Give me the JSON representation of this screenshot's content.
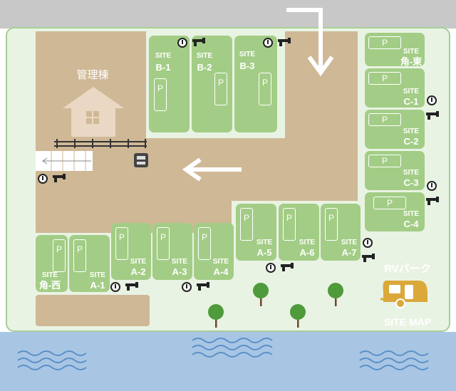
{
  "map": {
    "building_label": "管理棟",
    "sites": {
      "b1": {
        "label1": "SITE",
        "label2": "B-1",
        "p": "P"
      },
      "b2": {
        "label1": "SITE",
        "label2": "B-2",
        "p": "P"
      },
      "b3": {
        "label1": "SITE",
        "label2": "B-3",
        "p": "P"
      },
      "kado_higashi": {
        "label1": "SITE",
        "label2": "角-東",
        "p": "P"
      },
      "c1": {
        "label1": "SITE",
        "label2": "C-1",
        "p": "P"
      },
      "c2": {
        "label1": "SITE",
        "label2": "C-2",
        "p": "P"
      },
      "c3": {
        "label1": "SITE",
        "label2": "C-3",
        "p": "P"
      },
      "c4": {
        "label1": "SITE",
        "label2": "C-4",
        "p": "P"
      },
      "a5": {
        "label1": "SITE",
        "label2": "A-5",
        "p": "P"
      },
      "a6": {
        "label1": "SITE",
        "label2": "A-6",
        "p": "P"
      },
      "a7": {
        "label1": "SITE",
        "label2": "A-7",
        "p": "P"
      },
      "kado_nishi": {
        "label1": "SITE",
        "label2": "角-西",
        "p": "P"
      },
      "a1": {
        "label1": "SITE",
        "label2": "A-1",
        "p": "P"
      },
      "a2": {
        "label1": "SITE",
        "label2": "A-2",
        "p": "P"
      },
      "a3": {
        "label1": "SITE",
        "label2": "A-3",
        "p": "P"
      },
      "a4": {
        "label1": "SITE",
        "label2": "A-4",
        "p": "P"
      }
    },
    "legend": {
      "title": "RVパーク",
      "subtitle": "SITE MAP"
    },
    "colors": {
      "site": "#a3cd86",
      "dirt": "#cfb896",
      "grass": "#e9f3e3",
      "water": "#a8c6e4",
      "road": "#c8c8c8",
      "building": "#ead8c4",
      "rv": "#dba83a"
    },
    "icons": [
      "arrow-down-icon",
      "arrow-left-icon",
      "building-icon",
      "power-outlet-icon",
      "water-faucet-icon",
      "tree-icon",
      "rv-trailer-icon",
      "wave-icon",
      "fence-icon",
      "power-box-icon"
    ]
  }
}
